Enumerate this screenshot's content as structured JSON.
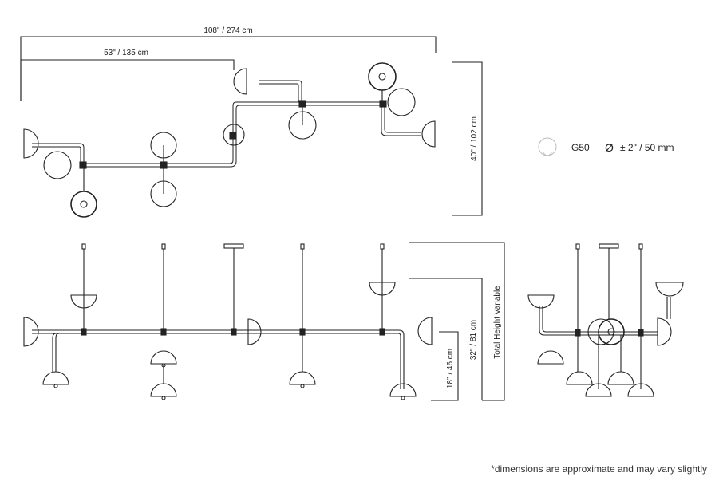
{
  "dimensions": {
    "overall_width": "108\" / 274 cm",
    "half_width": "53\" / 135 cm",
    "depth": "40\" / 102 cm",
    "drop_short": "18\" / 46 cm",
    "drop_long": "32\" / 81 cm",
    "total_height": "Total Height Variable"
  },
  "bulb": {
    "model": "G50",
    "diameter": "± 2\" / 50 mm",
    "diameter_symbol": "Ø"
  },
  "footnote": "*dimensions are approximate and may vary slightly",
  "colors": {
    "line": "#222222",
    "bulb": "#bbbbbb"
  }
}
